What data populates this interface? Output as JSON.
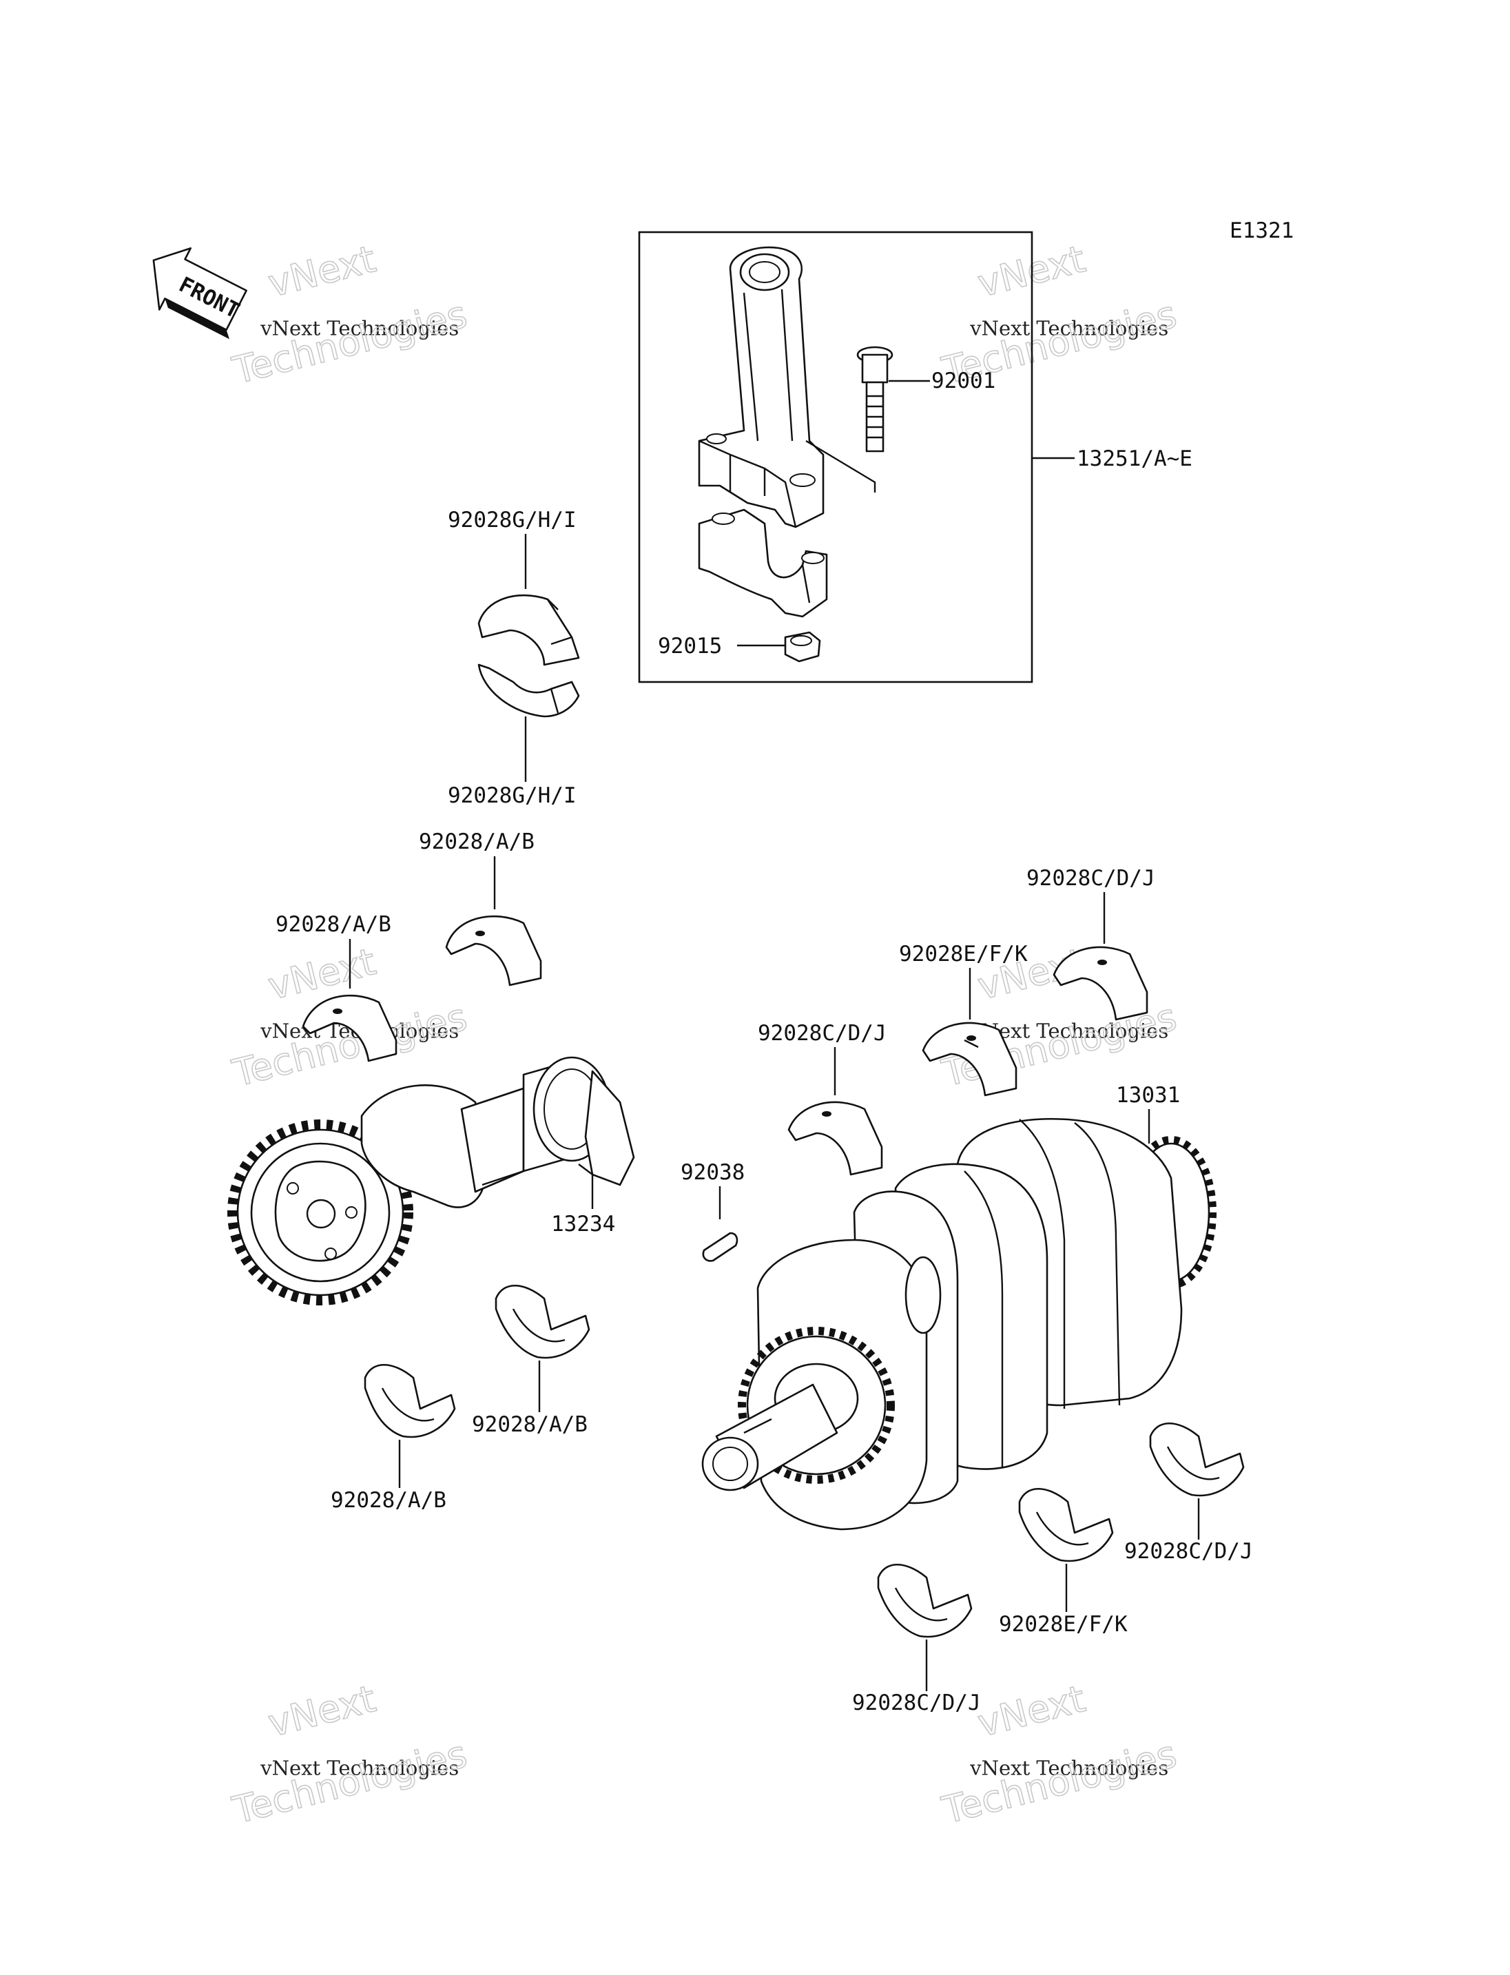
{
  "diagram_code": "E1321",
  "front_label": "FRONT",
  "watermark": {
    "line1": "vNext",
    "line2": "vNext Technologies",
    "line3": "Technologies"
  },
  "parts": {
    "conrod_assembly": "13251/A~E",
    "conrod_bolt": "92001",
    "conrod_nut": "92015",
    "conrod_bearing_upper": "92028G/H/I",
    "conrod_bearing_lower": "92028G/H/I",
    "balancer_bearing_top": "92028/A/B",
    "balancer_bearing_left": "92028/A/B",
    "balancer_shaft": "13234",
    "balancer_bearing_lower_right": "92028/A/B",
    "balancer_bearing_lower_left": "92028/A/B",
    "crank_bearing_top_right": "92028C/D/J",
    "crank_bearing_mid": "92028E/F/K",
    "crank_bearing_left": "92028C/D/J",
    "key": "92038",
    "crankshaft": "13031",
    "crank_bearing_lower_right": "92028C/D/J",
    "crank_bearing_lower_mid": "92028E/F/K",
    "crank_bearing_bottom": "92028C/D/J"
  }
}
